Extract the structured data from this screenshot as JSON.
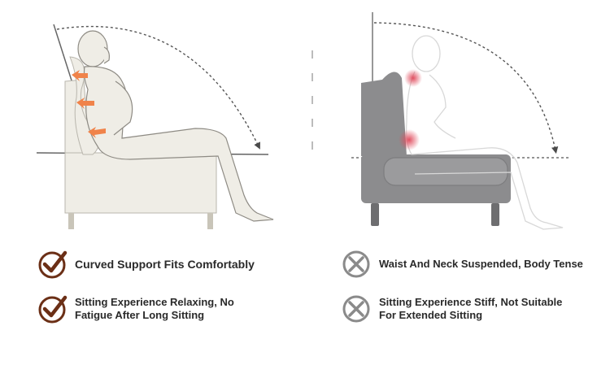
{
  "colors": {
    "good_accent": "#6b2f16",
    "bad_accent": "#8a8a8a",
    "chair_good": "#efede6",
    "chair_bad": "#8c8c8e",
    "pressure_arrow": "#f0834a",
    "pain_spot": "#e0485a"
  },
  "icons": {
    "good": "check-circle-icon",
    "bad": "x-circle-icon"
  },
  "good": {
    "items": [
      {
        "lines": [
          "Curved Support Fits Comfortably"
        ]
      },
      {
        "lines": [
          "Sitting Experience Relaxing, No",
          "Fatigue After Long Sitting"
        ]
      }
    ]
  },
  "bad": {
    "items": [
      {
        "lines": [
          "Waist And Neck Suspended, Body Tense"
        ]
      },
      {
        "lines": [
          "Sitting Experience Stiff, Not Suitable",
          "For Extended Sitting"
        ]
      }
    ]
  }
}
